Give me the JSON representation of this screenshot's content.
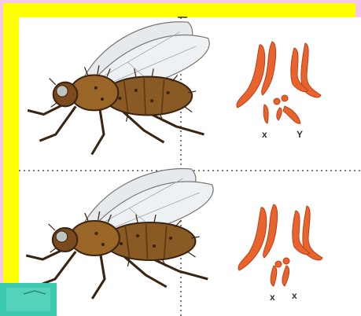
{
  "colors": {
    "frame_outer": "#f6c8f0",
    "frame_yellow": "#ffff00",
    "chromosome": "#e8642c",
    "chromosome_edge": "#b8401a",
    "fly_body": "#8a5a24",
    "fly_dark": "#3a2412",
    "wing": "#e7eaec",
    "corner_tab": "#3cc9b0"
  },
  "panels": [
    {
      "id": "top",
      "fly_icon": "fly-icon",
      "chromosome_labels": [
        "x",
        "Y"
      ]
    },
    {
      "id": "bottom",
      "fly_icon": "fly-icon",
      "chromosome_labels": [
        "x",
        "x"
      ]
    }
  ]
}
